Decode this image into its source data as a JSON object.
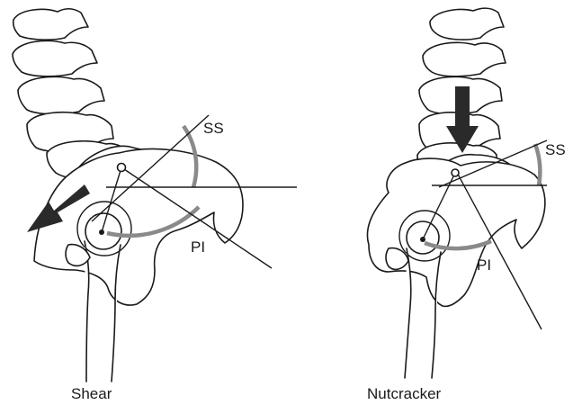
{
  "panels": [
    {
      "caption": "Shear",
      "labels": {
        "ss": "SS",
        "pi": "PI"
      },
      "arrow_direction": "down-left"
    },
    {
      "caption": "Nutcracker",
      "labels": {
        "ss": "SS",
        "pi": "PI"
      },
      "arrow_direction": "down"
    }
  ],
  "colors": {
    "outline": "#1a1a1a",
    "angle_arc": "#8a8a8a",
    "arrow": "#2a2a2a"
  }
}
